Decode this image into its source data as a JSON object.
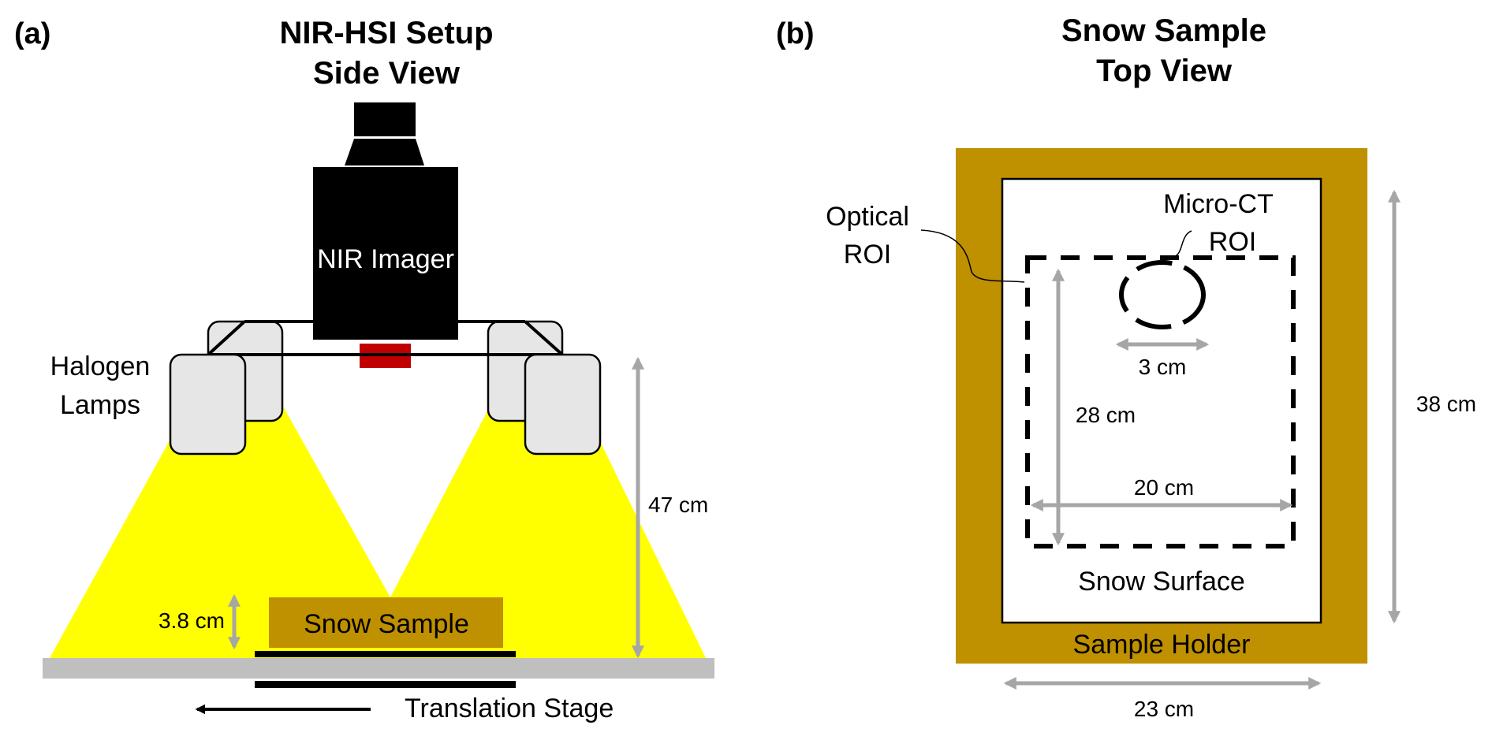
{
  "panel_a": {
    "tag": "(a)",
    "title_line1": "NIR-HSI Setup",
    "title_line2": "Side View",
    "imager_label": "NIR Imager",
    "lamps_label_line1": "Halogen",
    "lamps_label_line2": "Lamps",
    "sample_label": "Snow Sample",
    "sample_height": "3.8 cm",
    "imager_height": "47 cm",
    "stage_label": "Translation Stage"
  },
  "panel_b": {
    "tag": "(b)",
    "title_line1": "Snow Sample",
    "title_line2": "Top View",
    "optical_roi_line1": "Optical",
    "optical_roi_line2": "ROI",
    "microct_roi_line1": "Micro-CT",
    "microct_roi_line2": "ROI",
    "microct_diameter": "3 cm",
    "optical_roi_length": "28 cm",
    "optical_roi_width": "20 cm",
    "surface_label": "Snow Surface",
    "holder_label": "Sample Holder",
    "holder_length": "38 cm",
    "holder_width": "23 cm"
  },
  "colors": {
    "light_beam": "#FFFF00",
    "sample": "#BF9000",
    "table": "#BFBFBF",
    "lamp": "#E6E6E6",
    "filter": "#C00000",
    "dimension_arrow": "#A6A6A6"
  }
}
